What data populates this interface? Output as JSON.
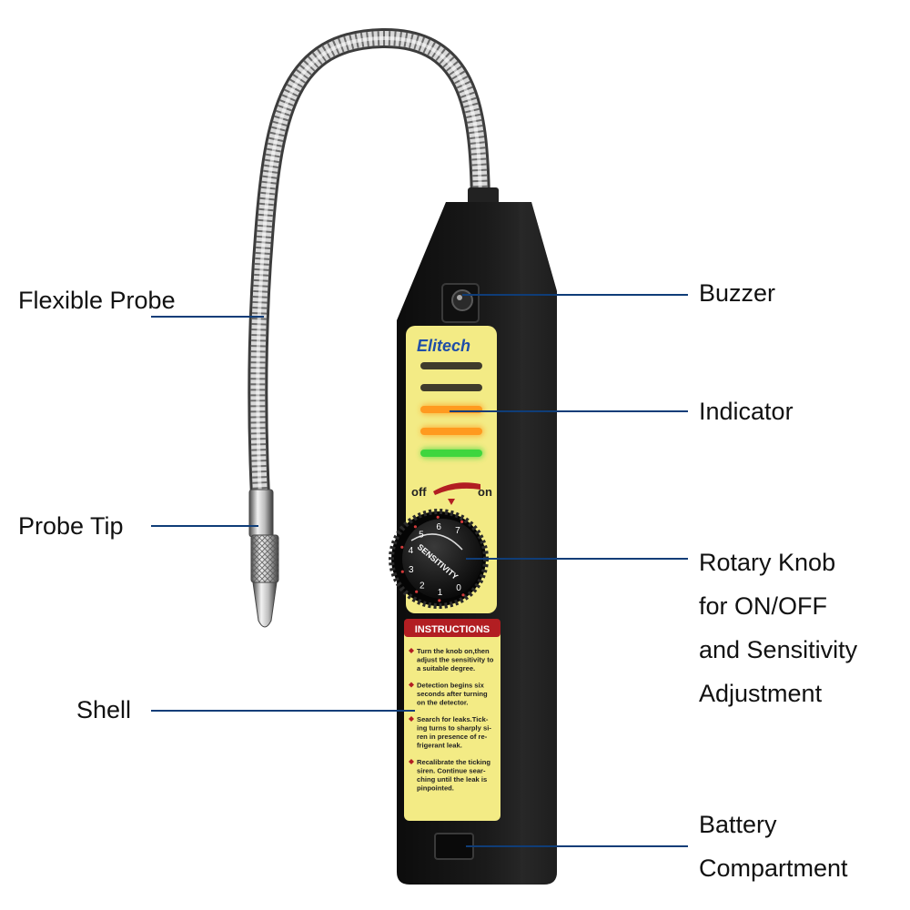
{
  "callouts": {
    "flexible_probe": "Flexible Probe",
    "probe_tip": "Probe Tip",
    "shell": "Shell",
    "buzzer": "Buzzer",
    "indicator": "Indicator",
    "rotary_knob": [
      "Rotary Knob",
      "for ON/OFF",
      "and Sensitivity",
      "Adjustment"
    ],
    "battery": [
      "Battery",
      "Compartment"
    ]
  },
  "device": {
    "brand": "Elitech",
    "switch_off": "off",
    "switch_on": "on",
    "knob_label": "SENSITIVITY",
    "knob_numbers": [
      "0",
      "1",
      "2",
      "3",
      "4",
      "5",
      "6",
      "7"
    ],
    "instructions_title": "INSTRUCTIONS",
    "instructions": [
      [
        "Turn the knob on,then",
        "adjust the sensitivity to",
        "a suitable degree."
      ],
      [
        "Detection begins six",
        "seconds after turning",
        "on the detector."
      ],
      [
        "Search for leaks.Tick-",
        "ing turns to sharply si-",
        "ren in presence of re-",
        "frigerant leak."
      ],
      [
        "Recalibrate the ticking",
        "siren. Continue sear-",
        "ching until the leak is",
        "pinpointed."
      ]
    ],
    "indicator_bars": [
      {
        "state": "off",
        "color": "#3f3b2c"
      },
      {
        "state": "off",
        "color": "#3f3b2c"
      },
      {
        "state": "lit",
        "color": "#ff9a1f"
      },
      {
        "state": "lit",
        "color": "#ff9a1f"
      },
      {
        "state": "lit",
        "color": "#3ed63e"
      }
    ]
  },
  "colors": {
    "leader_line": "#0f3d78",
    "panel_yellow": "#f3eb85",
    "instructions_red": "#b21e22"
  }
}
